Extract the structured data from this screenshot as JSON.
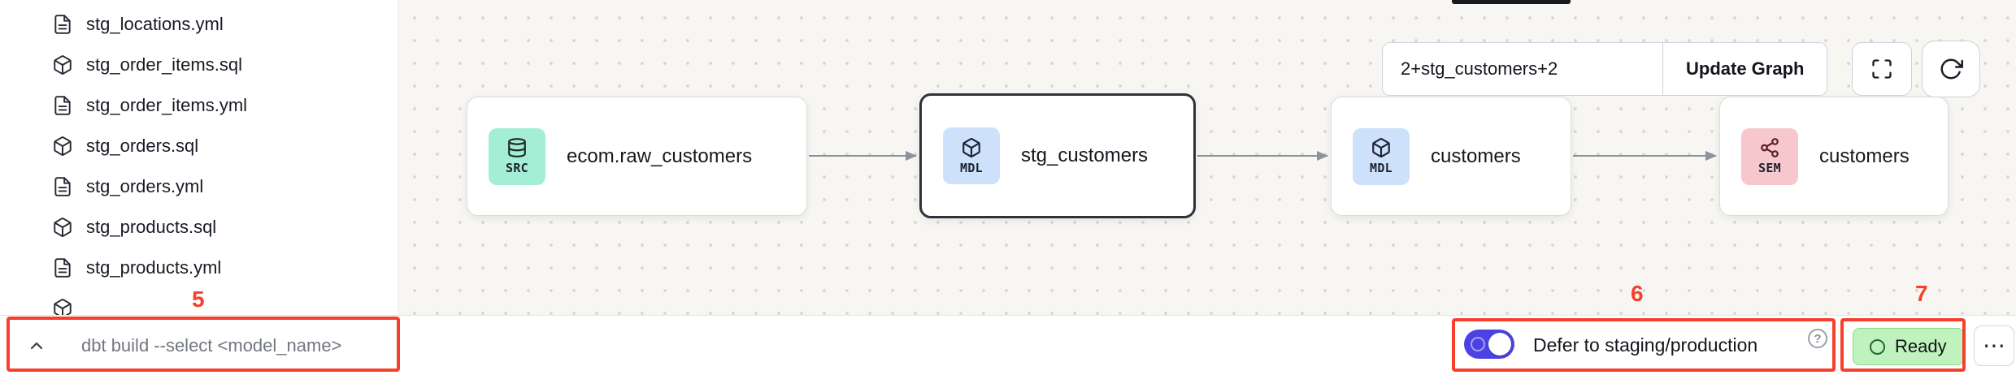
{
  "sidebar": {
    "files": [
      {
        "name": "stg_locations.yml",
        "type": "yml"
      },
      {
        "name": "stg_order_items.sql",
        "type": "sql"
      },
      {
        "name": "stg_order_items.yml",
        "type": "yml"
      },
      {
        "name": "stg_orders.sql",
        "type": "sql"
      },
      {
        "name": "stg_orders.yml",
        "type": "yml"
      },
      {
        "name": "stg_products.sql",
        "type": "sql"
      },
      {
        "name": "stg_products.yml",
        "type": "yml"
      }
    ]
  },
  "graph": {
    "selector_value": "2+stg_customers+2",
    "update_button": "Update Graph",
    "nodes": [
      {
        "badge": "SRC",
        "label": "ecom.raw_customers",
        "selected": false
      },
      {
        "badge": "MDL",
        "label": "stg_customers",
        "selected": true
      },
      {
        "badge": "MDL",
        "label": "customers",
        "selected": false
      },
      {
        "badge": "SEM",
        "label": "customers",
        "selected": false
      }
    ]
  },
  "bottom_bar": {
    "command": "dbt build --select <model_name>",
    "defer_label": "Defer to staging/production",
    "defer_toggle_on": true,
    "status": "Ready",
    "more_icon": "⋯",
    "help_icon": "?"
  },
  "annotations": {
    "n5": "5",
    "n6": "6",
    "n7": "7"
  },
  "colors": {
    "annotation_red": "#f5402c",
    "toggle_blue": "#4b42e3",
    "ready_green_bg": "#c0f2bd",
    "src_badge": "#a5eed6",
    "mdl_badge": "#cde1fb",
    "sem_badge": "#f6c7cc",
    "selected_node_border": "#30323b"
  }
}
